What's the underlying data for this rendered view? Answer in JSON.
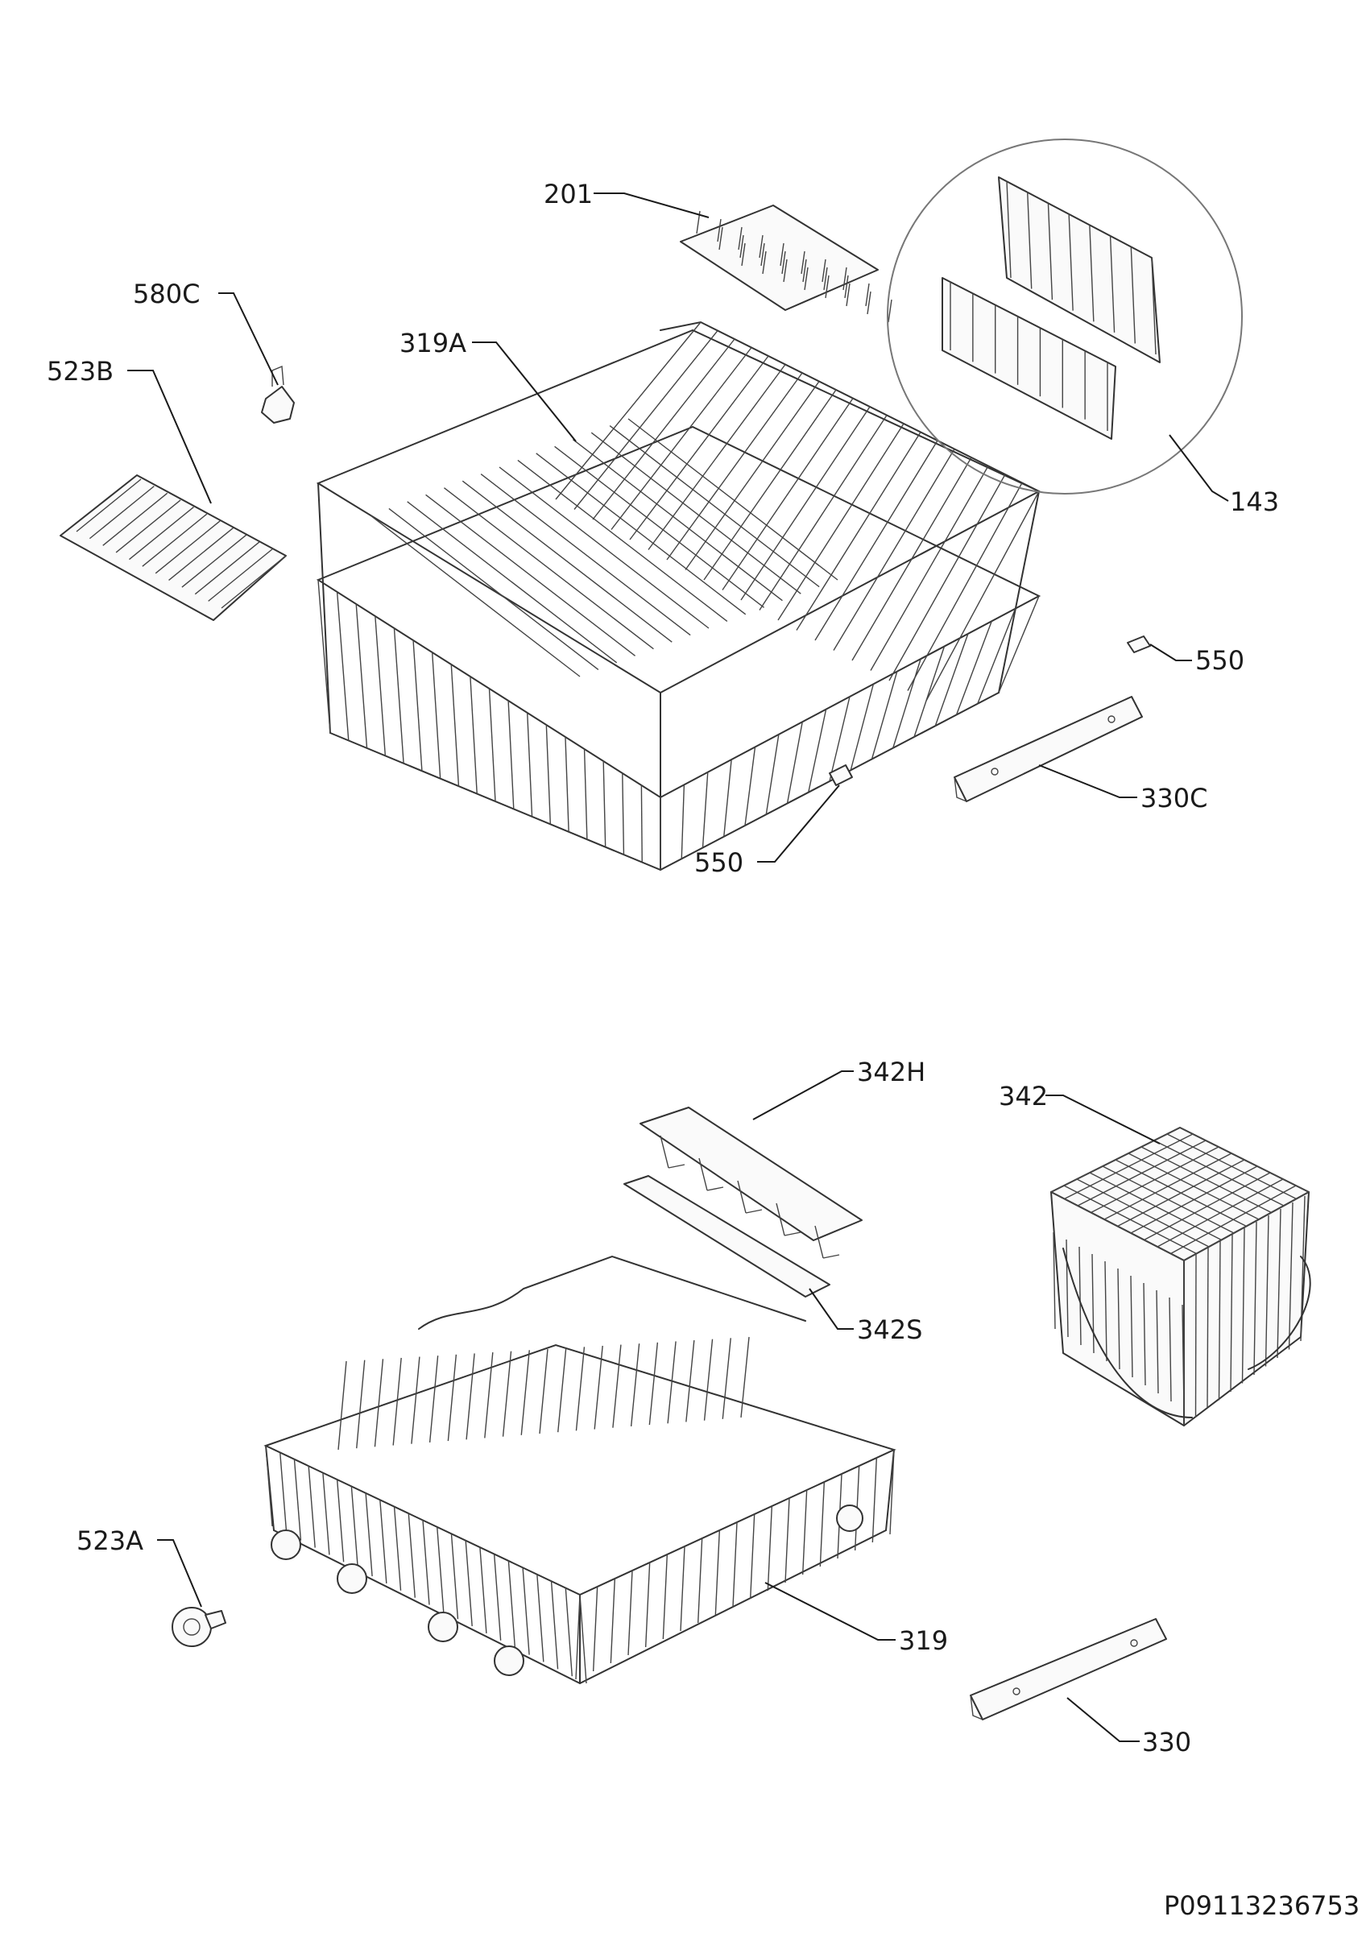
{
  "parts": {
    "p201": "201",
    "p580C": "580C",
    "p319A": "319A",
    "p523B": "523B",
    "p143": "143",
    "p550a": "550",
    "p550b": "550",
    "p330C": "330C",
    "p342H": "342H",
    "p342": "342",
    "p342S": "342S",
    "p523A": "523A",
    "p319": "319",
    "p330": "330"
  },
  "footer": {
    "code": "P09113236753"
  }
}
